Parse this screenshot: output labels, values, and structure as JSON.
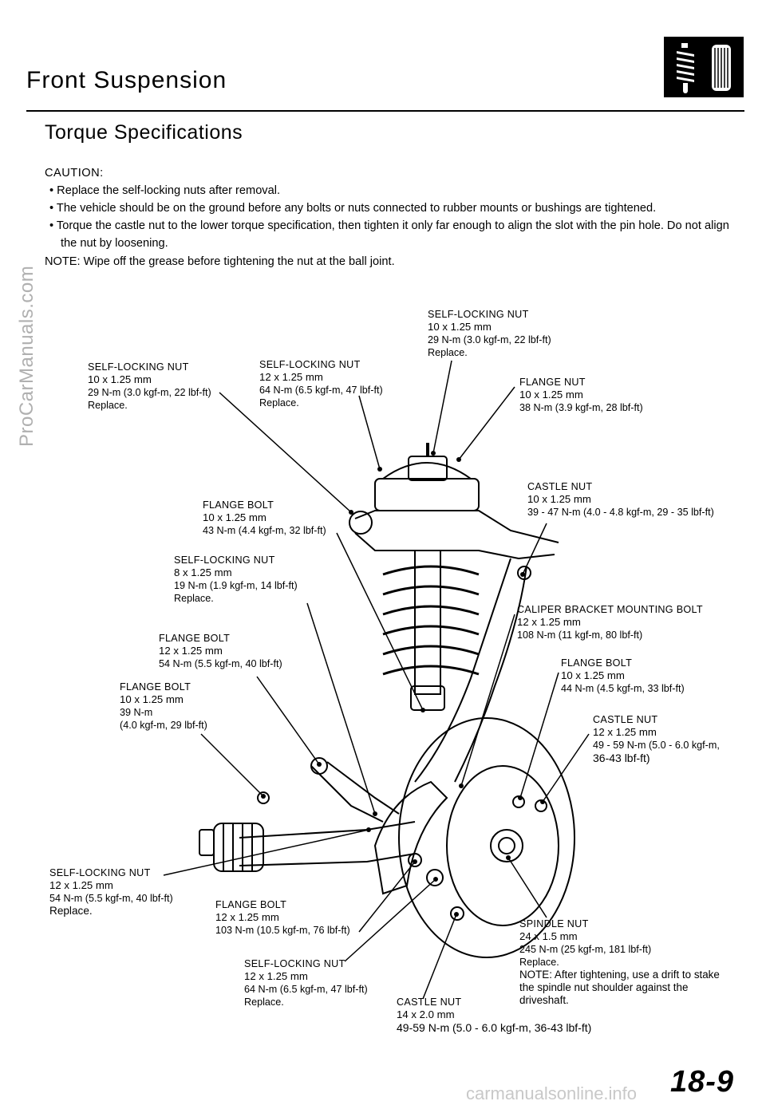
{
  "header": {
    "title": "Front Suspension",
    "section": "Torque Specifications"
  },
  "caution": {
    "heading": "CAUTION:",
    "items": [
      "Replace the self-locking nuts after removal.",
      "The vehicle should be on the ground before any bolts or nuts connected to rubber mounts or bushings are tightened.",
      "Torque the castle nut to the lower torque specification, then tighten it only far enough to align the slot with the pin hole. Do not align the nut by loosening."
    ]
  },
  "note": "NOTE:  Wipe off the grease before tightening the nut at the ball joint.",
  "callouts": {
    "c1": {
      "type": "SELF-LOCKING NUT",
      "size": "10 x 1.25 mm",
      "torque": "29 N-m (3.0 kgf-m, 22 lbf-ft)",
      "action": "Replace."
    },
    "c2": {
      "type": "SELF-LOCKING NUT",
      "size": "12 x 1.25 mm",
      "torque": "64 N-m (6.5 kgf-m, 47 lbf-ft)",
      "action": "Replace."
    },
    "c3": {
      "type": "SELF-LOCKING NUT",
      "size": "10 x 1.25 mm",
      "torque": "29 N-m (3.0 kgf-m, 22 lbf-ft)",
      "action": "Replace."
    },
    "c4": {
      "type": "FLANGE NUT",
      "size": "10 x 1.25 mm",
      "torque": "38 N-m (3.9 kgf-m, 28 lbf-ft)"
    },
    "c5": {
      "type": "CASTLE NUT",
      "size": "10 x 1.25 mm",
      "torque": "39 - 47 N-m (4.0 - 4.8 kgf-m, 29 - 35 lbf-ft)"
    },
    "c6": {
      "type": "FLANGE BOLT",
      "size": "10 x 1.25 mm",
      "torque": "43 N-m (4.4 kgf-m, 32 lbf-ft)"
    },
    "c7": {
      "type": "SELF-LOCKING NUT",
      "size": "8 x 1.25 mm",
      "torque": "19 N-m (1.9 kgf-m, 14 lbf-ft)",
      "action": "Replace."
    },
    "c8": {
      "type": "CALIPER BRACKET MOUNTING BOLT",
      "size": "12 x 1.25 mm",
      "torque": "108 N-m (11 kgf-m, 80 lbf-ft)"
    },
    "c9": {
      "type": "FLANGE BOLT",
      "size": "12 x 1.25 mm",
      "torque": "54 N-m (5.5 kgf-m, 40 lbf-ft)"
    },
    "c10": {
      "type": "FLANGE BOLT",
      "size": "10 x 1.25 mm",
      "torque": "44 N-m (4.5 kgf-m, 33 lbf-ft)"
    },
    "c11": {
      "type": "FLANGE BOLT",
      "size": "10 x 1.25 mm",
      "torque": "39 N-m",
      "torque2": "(4.0 kgf-m, 29 lbf-ft)"
    },
    "c12": {
      "type": "CASTLE NUT",
      "size": "12 x 1.25 mm",
      "torque": "49 - 59 N-m (5.0 - 6.0 kgf-m,",
      "torque2": "36-43 lbf-ft)"
    },
    "c13": {
      "type": "SELF-LOCKING NUT",
      "size": "12 x 1.25 mm",
      "torque": "54 N-m (5.5 kgf-m, 40 lbf-ft)",
      "action": "Replace."
    },
    "c14": {
      "type": "FLANGE BOLT",
      "size": "12 x 1.25 mm",
      "torque": "103 N-m (10.5 kgf-m, 76 lbf-ft)"
    },
    "c15": {
      "type": "SPINDLE NUT",
      "size": "24 x 1.5 mm",
      "torque": "245 N-m (25 kgf-m, 181 lbf-ft)",
      "action": "Replace.",
      "note": "NOTE: After tightening, use a drift to stake the spindle nut shoulder against the driveshaft."
    },
    "c16": {
      "type": "SELF-LOCKING NUT",
      "size": "12 x 1.25 mm",
      "torque": "64 N-m (6.5 kgf-m, 47 lbf-ft)",
      "action": "Replace."
    },
    "c17": {
      "type": "CASTLE NUT",
      "size": "14 x 2.0 mm",
      "torque": "49-59 N-m (5.0 - 6.0 kgf-m, 36-43 lbf-ft)"
    }
  },
  "footer": {
    "page_number": "18-9",
    "watermark_side": "ProCarManuals.com",
    "watermark_bottom": "carmanualsonline.info"
  }
}
